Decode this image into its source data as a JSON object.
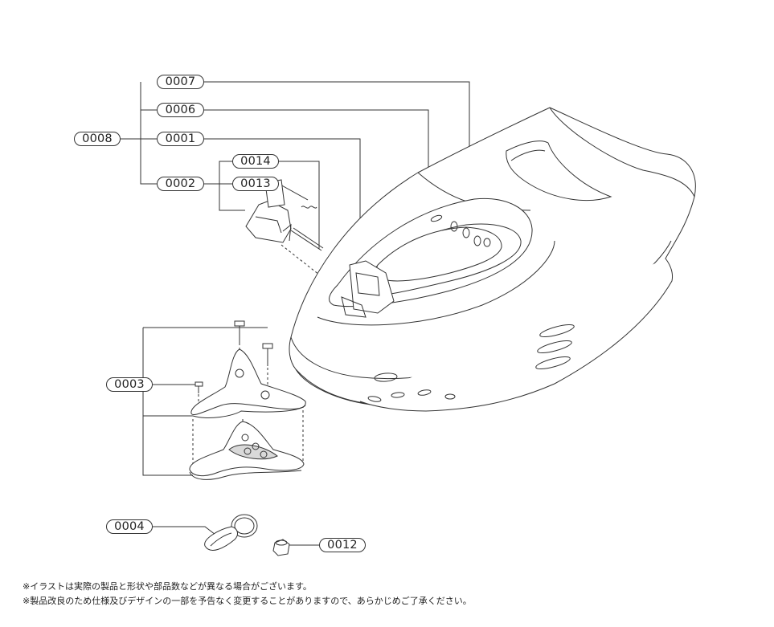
{
  "part_labels": {
    "p0007": "0007",
    "p0006": "0006",
    "p0008": "0008",
    "p0001": "0001",
    "p0014": "0014",
    "p0002": "0002",
    "p0013": "0013",
    "p0003": "0003",
    "p0004": "0004",
    "p0012": "0012"
  },
  "notes": {
    "line1": "※イラストは実際の製品と形状や部品数などが異なる場合がございます。",
    "line2": "※製品改良のため仕様及びデザインの一部を予告なく変更することがありますので、あらかじめご了承ください。"
  },
  "colors": {
    "line": "#333333",
    "fill": "#ffffff",
    "shade": "#d9d9d9"
  }
}
